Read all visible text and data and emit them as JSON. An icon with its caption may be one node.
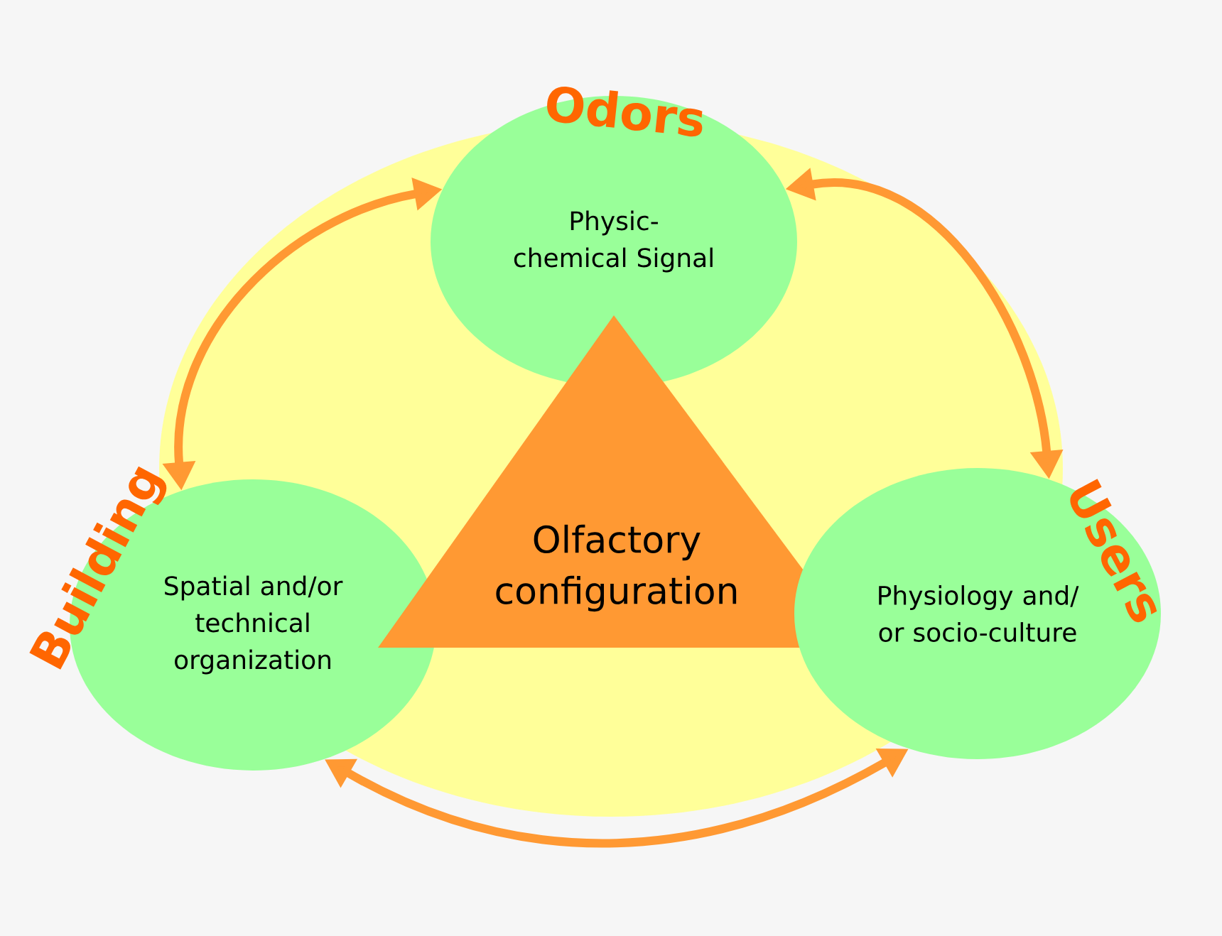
{
  "diagram": {
    "nodes": [
      {
        "text": [
          "Odors",
          "Physic-chemical Signal"
        ]
      },
      {
        "text": [
          "Building",
          "Spatial and/or technical organization"
        ]
      },
      {
        "text": [
          "Olfactory configuration"
        ]
      },
      {
        "text": [
          "Users",
          "Physiology and/ or socio-culture"
        ]
      }
    ],
    "edges": [
      {
        "from": 1,
        "to": 0,
        "arrow": "both"
      },
      {
        "from": 0,
        "to": 3,
        "arrow": "both"
      },
      {
        "from": 1,
        "to": 3,
        "arrow": "both"
      }
    ]
  }
}
